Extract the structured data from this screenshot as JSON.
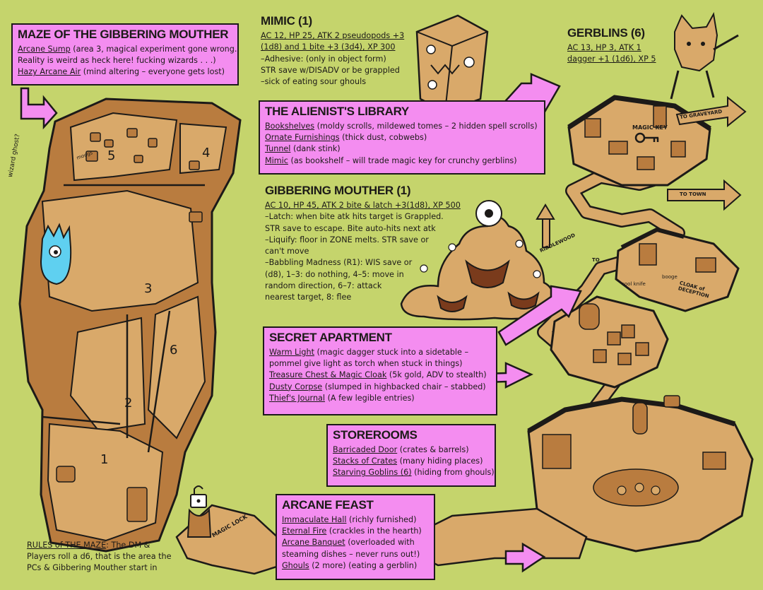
{
  "maze": {
    "title": "MAZE OF THE GIBBERING MOUTHER",
    "lines": [
      {
        "term": "Arcane Sump",
        "rest": " (area 3, magical experiment gone wrong."
      },
      {
        "term": "",
        "rest": "Reality is weird as heck here! fucking wizards . . .)"
      },
      {
        "term": "Hazy Arcane Air",
        "rest": " (mind altering – everyone gets lost)"
      }
    ]
  },
  "mimic": {
    "title": "MIMIC (1)",
    "stats": [
      {
        "text": "AC 12, HP 25, ATK 2 pseudopods +3",
        "u": true
      },
      {
        "text": "(1d8) and 1 bite +3 (3d4), XP 300",
        "u": true
      },
      {
        "text": "–Adhesive: (only in object form)",
        "u": false
      },
      {
        "text": "STR save w/DISADV or be grappled",
        "u": false
      },
      {
        "text": "–sick of eating sour ghouls",
        "u": false
      }
    ]
  },
  "gerblins": {
    "title": "GERBLINS (6)",
    "stats": [
      {
        "text": "AC 13, HP 3, ATK 1",
        "u": true
      },
      {
        "text": "dagger +1 (1d6), XP 5",
        "u": true
      }
    ]
  },
  "library": {
    "title": "THE ALIENIST'S LIBRARY",
    "lines": [
      {
        "term": "Bookshelves",
        "rest": " (moldy scrolls, mildewed tomes – 2 hidden spell scrolls)"
      },
      {
        "term": "Ornate Furnishings",
        "rest": " (thick dust, cobwebs)"
      },
      {
        "term": "Tunnel",
        "rest": " (dank stink)"
      },
      {
        "term": "Mimic",
        "rest": " (as bookshelf – will trade magic key for crunchy gerblins)"
      }
    ]
  },
  "mouther": {
    "title": "GIBBERING MOUTHER (1)",
    "stats": [
      {
        "text": "AC 10, HP 45, ATK 2 bite & latch +3(1d8), XP 500",
        "u": true
      },
      {
        "text": "–Latch: when bite atk hits target is Grappled.",
        "u": false
      },
      {
        "text": "STR save to escape. Bite auto-hits next atk",
        "u": false
      },
      {
        "text": "–Liquify: floor in ZONE melts. STR save or",
        "u": false
      },
      {
        "text": "can't move",
        "u": false
      },
      {
        "text": "–Babbling Madness (R1): WIS save or",
        "u": false
      },
      {
        "text": "(d8), 1–3: do nothing, 4–5: move in",
        "u": false
      },
      {
        "text": " random direction, 6–7: attack",
        "u": false
      },
      {
        "text": "nearest target, 8: flee",
        "u": false
      }
    ]
  },
  "apartment": {
    "title": "SECRET APARTMENT",
    "lines": [
      {
        "term": "Warm Light",
        "rest": " (magic dagger stuck into a sidetable –"
      },
      {
        "term": "",
        "rest": "pommel give light as torch when stuck in things)"
      },
      {
        "term": "Treasure Chest & Magic Cloak",
        "rest": " (5k gold, ADV to stealth)"
      },
      {
        "term": "Dusty Corpse",
        "rest": " (slumped in highbacked chair – stabbed)"
      },
      {
        "term": "Thief's Journal",
        "rest": " (A few legible entries)"
      }
    ]
  },
  "storerooms": {
    "title": "STOREROOMS",
    "lines": [
      {
        "term": "Barricaded Door",
        "rest": " (crates & barrels)"
      },
      {
        "term": "Stacks of Crates",
        "rest": " (many hiding places)"
      },
      {
        "term": "Starving Goblins (6)",
        "rest": " (hiding from ghouls)"
      }
    ]
  },
  "feast": {
    "title": "ARCANE FEAST",
    "lines": [
      {
        "term": "Immaculate Hall",
        "rest": " (richly furnished)"
      },
      {
        "term": "Eternal Fire",
        "rest": " (crackles in the hearth)"
      },
      {
        "term": "Arcane Banquet",
        "rest": " (overloaded with"
      },
      {
        "term": "",
        "rest": "steaming dishes – never runs out!)"
      },
      {
        "term": "Ghouls",
        "rest": " (2 more) (eating a gerblin)"
      }
    ]
  },
  "rules": {
    "lines": [
      {
        "term": "RULES of THE MAZE",
        "rest": ": The DM &"
      },
      {
        "term": "",
        "rest": "Players roll a d6, that is the area the"
      },
      {
        "term": "",
        "rest": "PCs & Gibbering Mouther start in"
      }
    ]
  },
  "map_labels": {
    "magic_lock": "MAGIC LOCK",
    "magic_key": "MAGIC KEY",
    "to_graveyard": "TO GRAVEYARD",
    "to_town": "TO TOWN",
    "riddlewood": "RIDDLEWOOD",
    "to": "TO",
    "wizard_ghost": "wizard ghost?",
    "cool_knife": "cool knife",
    "booge": "booge",
    "cloak": "CLOAK of DECEPTION",
    "moogs": "moogs",
    "areas": [
      "1",
      "2",
      "3",
      "4",
      "5",
      "6"
    ]
  },
  "colors": {
    "background": "#c5d46c",
    "box": "#f48df0",
    "floor": "#d9a96a",
    "wall": "#b97c3f",
    "ink": "#1c1a18",
    "ghost": "#5fd0f0"
  }
}
